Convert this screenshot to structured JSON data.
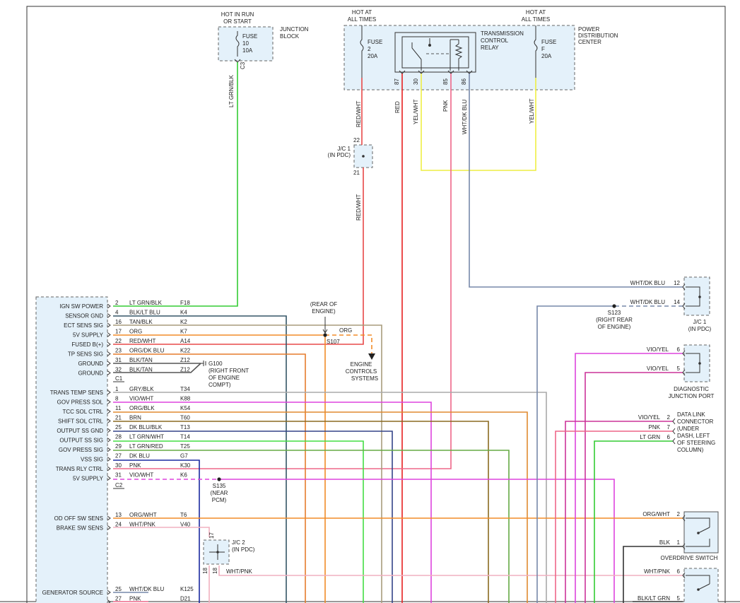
{
  "colors": {
    "lt_grn": "#33cc33",
    "blk_ltblu": "#335566",
    "tan_blk": "#a89c7c",
    "org": "#f28c28",
    "red": "#e62020",
    "red_wht": "#e84848",
    "org_dkblu": "#e67c2c",
    "blk_tan": "#555555",
    "gry_blk": "#aaaaaa",
    "vio_wht": "#dd44dd",
    "org_blk": "#e08a30",
    "brn": "#8a6a20",
    "dk_blu_blk": "#334488",
    "lt_grn_wht": "#44dd44",
    "lt_grn_red": "#66aa44",
    "dk_blu": "#1a2aa0",
    "pnk": "#ee6688",
    "vio_yel": "#cc3399",
    "wht_pnk": "#f0b0c0",
    "yel_wht": "#eeee44",
    "wht_dkblu": "#7788aa",
    "blk": "#333333",
    "box_fill": "#e4f1fa"
  },
  "top": {
    "junction_block": {
      "hot": "HOT IN RUN",
      "hot2": "OR START",
      "title1": "JUNCTION",
      "title2": "BLOCK",
      "fuse": "FUSE",
      "fuse_no": "10",
      "fuse_amp": "10A",
      "wire": "LT GRN/BLK",
      "conn": "C3"
    },
    "pdc": {
      "hot_left1": "HOT AT",
      "hot_left2": "ALL TIMES",
      "hot_right1": "HOT AT",
      "hot_right2": "ALL TIMES",
      "title1": "POWER",
      "title2": "DISTRIBUTION",
      "title3": "CENTER",
      "fuse2": "FUSE",
      "fuse2_no": "2",
      "fuse2_amp": "20A",
      "fusef": "FUSE",
      "fusef_no": "F",
      "fusef_amp": "20A",
      "relay1": "TRANSMISSION",
      "relay2": "CONTROL",
      "relay3": "RELAY",
      "pin87": "87",
      "pin30": "30",
      "pin85": "85",
      "pin86": "86"
    },
    "wires": {
      "red_wht": "RED/WHT",
      "red": "RED",
      "yel_wht": "YEL/WHT",
      "pnk": "PNK",
      "wht_dkblu": "WHT/DK BLU",
      "yel_wht_right": "YEL/WHT",
      "red_wht_lower": "RED/WHT"
    },
    "jc1_pdc": {
      "pin22": "22",
      "pin21": "21",
      "label1": "J/C 1",
      "label2": "(IN PDC)"
    }
  },
  "pcm": {
    "rows": [
      {
        "name": "IGN SW POWER",
        "pin": "2",
        "wire": "LT GRN/BLK",
        "circuit": "F18"
      },
      {
        "name": "SENSOR GND",
        "pin": "4",
        "wire": "BLK/LT BLU",
        "circuit": "K4"
      },
      {
        "name": "ECT SENS SIG",
        "pin": "16",
        "wire": "TAN/BLK",
        "circuit": "K2"
      },
      {
        "name": "5V SUPPLY",
        "pin": "17",
        "wire": "ORG",
        "circuit": "K7"
      },
      {
        "name": "FUSED B(+)",
        "pin": "22",
        "wire": "RED/WHT",
        "circuit": "A14"
      },
      {
        "name": "TP SENS SIG",
        "pin": "23",
        "wire": "ORG/DK BLU",
        "circuit": "K22"
      },
      {
        "name": "GROUND",
        "pin": "31",
        "wire": "BLK/TAN",
        "circuit": "Z12"
      },
      {
        "name": "GROUND",
        "pin": "32",
        "wire": "BLK/TAN",
        "circuit": "Z12"
      }
    ],
    "rows2": [
      {
        "name": "TRANS TEMP SENS",
        "pin": "1",
        "wire": "GRY/BLK",
        "circuit": "T34"
      },
      {
        "name": "GOV PRESS SOL",
        "pin": "8",
        "wire": "VIO/WHT",
        "circuit": "K88"
      },
      {
        "name": "TCC SOL CTRL",
        "pin": "11",
        "wire": "ORG/BLK",
        "circuit": "K54"
      },
      {
        "name": "SHIFT SOL CTRL",
        "pin": "21",
        "wire": "BRN",
        "circuit": "T60"
      },
      {
        "name": "OUTPUT SS GND",
        "pin": "25",
        "wire": "DK BLU/BLK",
        "circuit": "T13"
      },
      {
        "name": "OUTPUT SS SIG",
        "pin": "28",
        "wire": "LT GRN/WHT",
        "circuit": "T14"
      },
      {
        "name": "GOV PRESS SIG",
        "pin": "29",
        "wire": "LT GRN/RED",
        "circuit": "T25"
      },
      {
        "name": "VSS SIG",
        "pin": "27",
        "wire": "DK BLU",
        "circuit": "G7"
      },
      {
        "name": "TRANS RLY CTRL",
        "pin": "30",
        "wire": "PNK",
        "circuit": "K30"
      },
      {
        "name": "5V SUPPLY",
        "pin": "31",
        "wire": "VIO/WHT",
        "circuit": "K6"
      }
    ],
    "rows3": [
      {
        "name": "OD OFF SW SENS",
        "pin": "13",
        "wire": "ORG/WHT",
        "circuit": "T6"
      },
      {
        "name": "BRAKE SW SENS",
        "pin": "24",
        "wire": "WHT/PNK",
        "circuit": "V40"
      }
    ],
    "rows4": [
      {
        "name": "GENERATOR SOURCE",
        "pin": "25",
        "wire": "WHT/DK BLU",
        "circuit": "K125"
      },
      {
        "name": "",
        "pin": "27",
        "wire": "PNK",
        "circuit": "D21"
      }
    ],
    "c1": "C1",
    "c2": "C2"
  },
  "splices": {
    "s107": {
      "name": "S107",
      "note1": "(REAR OF",
      "note2": "ENGINE)",
      "wire": "ORG"
    },
    "engine_controls": {
      "l1": "ENGINE",
      "l2": "CONTROLS",
      "l3": "SYSTEMS"
    },
    "g100": {
      "name": "G100",
      "l1": "(RIGHT FRONT",
      "l2": "OF ENGINE",
      "l3": "COMPT)"
    },
    "s135": {
      "name": "S135",
      "l1": "(NEAR",
      "l2": "PCM)"
    },
    "s123": {
      "name": "S123",
      "l1": "(RIGHT REAR",
      "l2": "OF ENGINE)"
    },
    "jc2": {
      "label1": "J/C 2",
      "label2": "(IN PDC)",
      "pin17": "17",
      "pin18a": "18",
      "pin18b": "18",
      "wire": "WHT/PNK"
    }
  },
  "right": {
    "jc1": {
      "wire1": "WHT/DK BLU",
      "pin1": "12",
      "wire2": "WHT/DK BLU",
      "pin2": "14",
      "label1": "J/C 1",
      "label2": "(IN PDC)"
    },
    "djp": {
      "wire1": "VIO/YEL",
      "pin1": "6",
      "wire2": "VIO/YEL",
      "pin2": "5",
      "label1": "DIAGNOSTIC",
      "label2": "JUNCTION PORT"
    },
    "dlc": {
      "wire1": "VIO/YEL",
      "pin1": "2",
      "wire2": "PNK",
      "pin2": "7",
      "wire3": "LT GRN",
      "pin3": "6",
      "l1": "DATA LINK",
      "l2": "CONNECTOR",
      "l3": "(UNDER",
      "l4": "DASH, LEFT",
      "l5": "OF STEERING",
      "l6": "COLUMN)"
    },
    "od": {
      "wire1": "ORG/WHT",
      "pin1": "2",
      "wire2": "BLK",
      "pin2": "1",
      "label": "OVERDRIVE SWITCH"
    },
    "brake": {
      "wire1": "WHT/PNK",
      "pin1": "6",
      "wire2": "BLK/LT GRN",
      "pin2": "5"
    }
  }
}
